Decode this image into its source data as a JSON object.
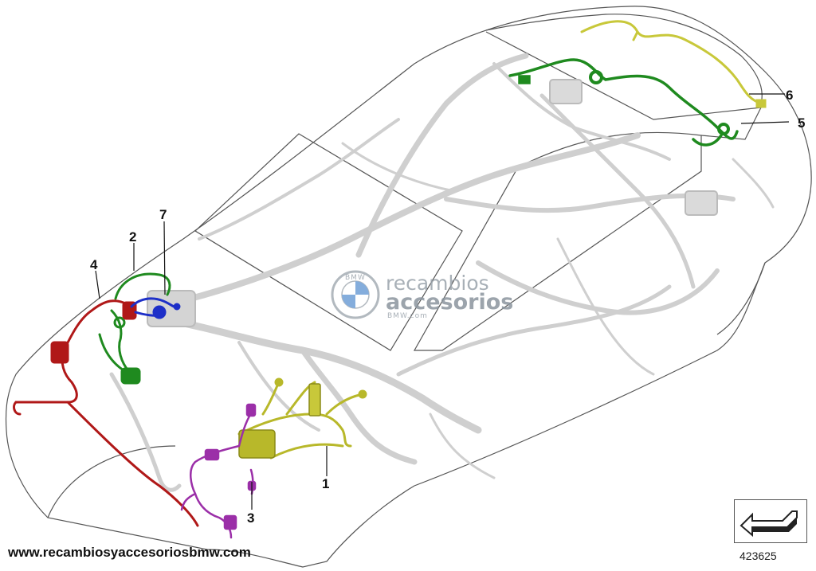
{
  "diagram": {
    "callouts": [
      {
        "id": "1",
        "label": "1"
      },
      {
        "id": "2",
        "label": "2"
      },
      {
        "id": "3",
        "label": "3"
      },
      {
        "id": "4",
        "label": "4"
      },
      {
        "id": "5",
        "label": "5"
      },
      {
        "id": "6",
        "label": "6"
      },
      {
        "id": "7",
        "label": "7"
      }
    ],
    "harness_colors": {
      "1": "#c8c83a",
      "2": "#1f8a1f",
      "3": "#9b2fa8",
      "4": "#b01818",
      "5": "#1f8a1f",
      "6": "#c8c83a",
      "7": "#1d2fc8"
    },
    "base_wiring_color": "#c9c9c9",
    "outline_color": "#555555"
  },
  "watermark": {
    "line1": "recambios",
    "line2": "accesorios",
    "line3": "BMW.com",
    "logo_letters": "BMW"
  },
  "footer": {
    "website": "www.recambiosyaccesoriosbmw.com",
    "reference_number": "423625",
    "nav_icon": "arrow-icon"
  }
}
